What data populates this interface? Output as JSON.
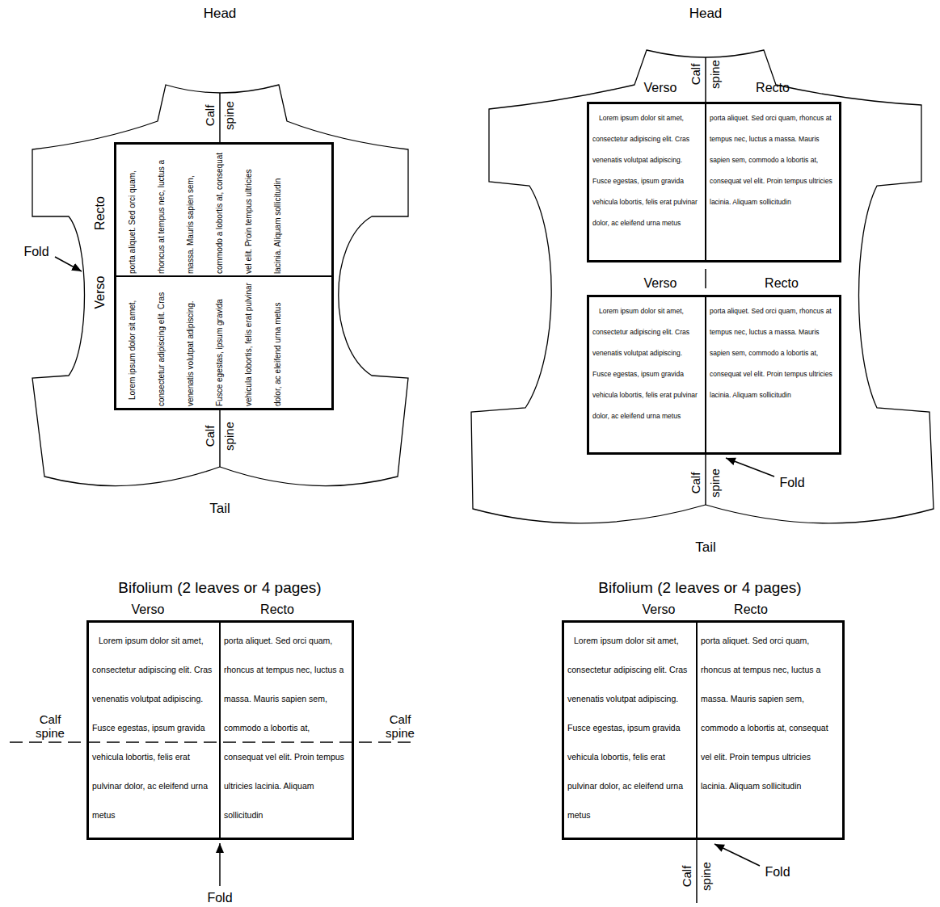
{
  "diagram": {
    "nodes": [
      {
        "text": [
          "Head",
          "Tail"
        ]
      },
      {
        "text": [
          "Recto",
          "porta aliquet. Sed orci quam, rhoncus at tempus nec, luctus a massa. Mauris sapien sem, commodo a lobortis at, consequat vel elit. Proin tempus ultricies lacinia. Aliquam sollicitudin"
        ],
        "in": 0
      },
      {
        "text": [
          "Verso",
          "Lorem ipsum dolor sit amet, consectetur adipiscing elit. Cras venenatis volutpat adipiscing. Fusce egestas, ipsum gravida vehicula lobortis, felis erat pulvinar dolor, ac eleifend urna metus"
        ],
        "in": 0
      },
      {
        "text": [
          "Head",
          "Tail"
        ]
      },
      {
        "text": [
          "Verso",
          "Lorem ipsum dolor sit amet, consectetur adipiscing elit. Cras venenatis volutpat adipiscing. Fusce egestas, ipsum gravida vehicula lobortis, felis erat pulvinar dolor, ac eleifend urna metus"
        ],
        "in": 3
      },
      {
        "text": [
          "Recto",
          "porta aliquet. Sed orci quam, rhoncus at tempus nec, luctus a massa. Mauris sapien sem, commodo a lobortis at, consequat vel elit. Proin tempus ultricies lacinia. Aliquam sollicitudin"
        ],
        "in": 3
      },
      {
        "text": [
          "Verso",
          "Lorem ipsum dolor sit amet, consectetur adipiscing elit. Cras venenatis volutpat adipiscing. Fusce egestas, ipsum gravida vehicula lobortis, felis erat pulvinar dolor, ac eleifend urna metus"
        ],
        "in": 3
      },
      {
        "text": [
          "Recto",
          "porta aliquet. Sed orci quam, rhoncus at tempus nec, luctus a massa. Mauris sapien sem, commodo a lobortis at, consequat vel elit. Proin tempus ultricies lacinia. Aliquam sollicitudin"
        ],
        "in": 3
      },
      {
        "text": [
          "Bifolium (2 leaves or 4 pages)"
        ]
      },
      {
        "text": [
          "Verso",
          "Lorem ipsum dolor sit amet, consectetur adipiscing elit. Cras venenatis volutpat adipiscing. Fusce egestas, ipsum gravida vehicula lobortis, felis erat pulvinar dolor, ac eleifend urna metus"
        ],
        "in": 8
      },
      {
        "text": [
          "Recto",
          "porta aliquet. Sed orci quam, rhoncus at tempus nec, luctus a massa. Mauris sapien sem, commodo a lobortis at, consequat vel elit. Proin tempus ultricies lacinia. Aliquam sollicitudin"
        ],
        "in": 8
      },
      {
        "text": [
          "Bifolium (2 leaves or 4 pages)"
        ]
      },
      {
        "text": [
          "Verso",
          "Lorem ipsum dolor sit amet, consectetur adipiscing elit. Cras venenatis volutpat adipiscing. Fusce egestas, ipsum gravida vehicula lobortis, felis erat pulvinar dolor, ac eleifend urna metus"
        ],
        "in": 11
      },
      {
        "text": [
          "Recto",
          "porta aliquet. Sed orci quam, rhoncus at tempus nec, luctus a massa. Mauris sapien sem, commodo a lobortis at, consequat vel elit. Proin tempus ultricies lacinia. Aliquam sollicitudin"
        ],
        "in": 11
      }
    ],
    "labels": [
      "Calf spine",
      "Calf spine",
      "Fold",
      "Calf spine",
      "Calf spine",
      "Fold",
      "Calf spine",
      "Calf spine",
      "Fold",
      "Calf spine",
      "Fold"
    ]
  }
}
